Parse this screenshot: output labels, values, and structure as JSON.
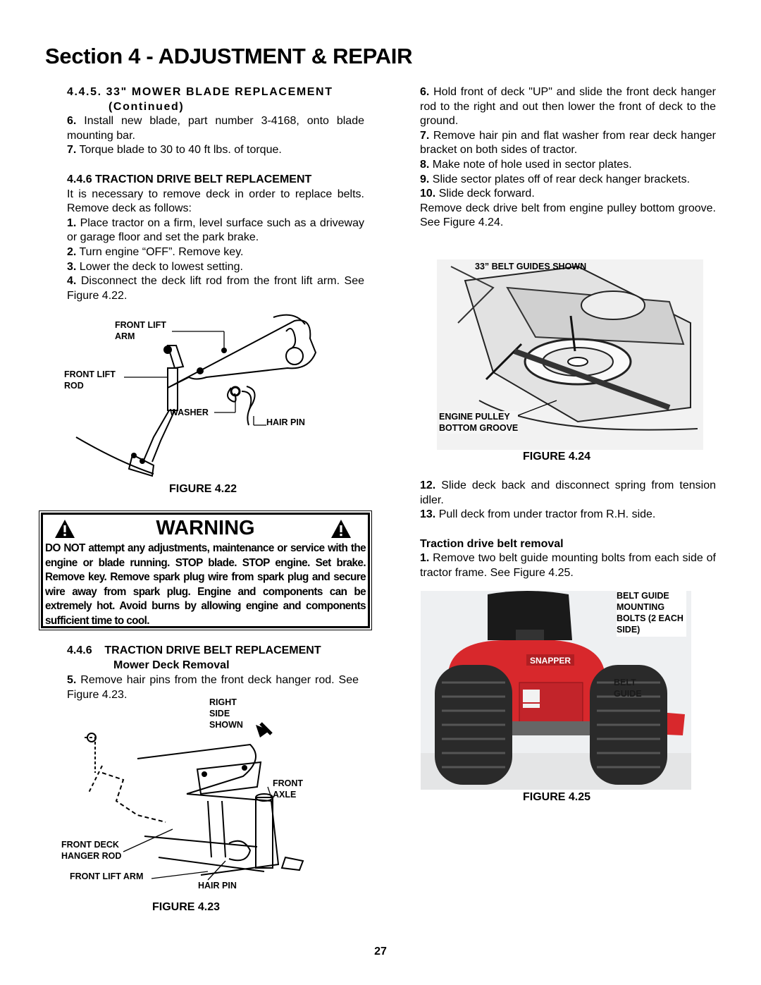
{
  "page_title": "Section 4 - ADJUSTMENT & REPAIR",
  "left": {
    "s445_head_a": "4.4.5. 33\" MOWER BLADE REPLACEMENT",
    "s445_head_b": "(Continued)",
    "s445_step6_num": "6.",
    "s445_step6": "Install new blade, part number 3-4168, onto blade mounting bar.",
    "s445_step7_num": "7.",
    "s445_step7": "Torque blade to 30 to 40 ft lbs. of torque.",
    "s446_head": "4.4.6 TRACTION DRIVE BELT REPLACEMENT",
    "s446_intro": "It is necessary to remove deck in order to replace belts. Remove deck as follows:",
    "steps": [
      {
        "num": "1.",
        "text": "Place tractor on a firm, level surface such as a driveway or garage floor and set the park brake."
      },
      {
        "num": "2.",
        "text": "Turn engine “OFF”. Remove key."
      },
      {
        "num": "3.",
        "text": "Lower the deck to lowest setting."
      },
      {
        "num": "4.",
        "text": "Disconnect the deck lift rod from the front lift arm. See Figure 4.22."
      }
    ],
    "fig422": {
      "caption": "FIGURE 4.22",
      "labels": {
        "front_lift_arm": "FRONT LIFT\nARM",
        "front_lift_rod": "FRONT LIFT\nROD",
        "washer": "WASHER",
        "hair_pin": "HAIR PIN"
      }
    },
    "warning": {
      "title": "WARNING",
      "body": "DO NOT attempt any adjustments, maintenance or service with the engine or blade running. STOP blade. STOP engine. Set brake. Remove key. Remove spark plug wire from spark plug and secure wire away from spark plug. Engine and components can be extremely hot. Avoid burns by allowing engine and components sufficient time to cool."
    },
    "s446b_head_num": "4.4.6",
    "s446b_head": "TRACTION DRIVE BELT REPLACEMENT",
    "s446b_sub": "Mower Deck Removal",
    "step5_num": "5.",
    "step5": "Remove hair pins from the front deck hanger rod. See Figure 4.23.",
    "fig423": {
      "caption": "FIGURE 4.23",
      "labels": {
        "right_side_shown": "RIGHT\nSIDE\nSHOWN",
        "front_axle": "FRONT\nAXLE",
        "front_deck_hanger_rod": "FRONT DECK\nHANGER ROD",
        "front_lift_arm": "FRONT LIFT ARM",
        "hair_pin": "HAIR PIN"
      }
    }
  },
  "right": {
    "steps_a": [
      {
        "num": "6.",
        "text": "Hold front of deck \"UP\" and slide the front deck hanger rod to the right and out then lower the front of deck to the ground."
      },
      {
        "num": "7.",
        "text": "Remove hair pin and flat washer from rear deck hanger bracket on both sides of tractor."
      },
      {
        "num": "8.",
        "text": "Make note of hole used in sector plates."
      },
      {
        "num": "9.",
        "text": "Slide sector plates off of rear deck hanger brackets."
      },
      {
        "num": "10.",
        "text": "Slide deck forward."
      }
    ],
    "remove_belt": "Remove deck drive belt from engine pulley bottom groove. See Figure 4.24.",
    "fig424": {
      "caption": "FIGURE 4.24",
      "labels": {
        "belt_guides": "33” BELT GUIDES SHOWN",
        "engine_pulley": "ENGINE PULLEY\nBOTTOM GROOVE"
      }
    },
    "steps_b": [
      {
        "num": "12.",
        "text": "Slide deck back and disconnect spring from tension idler."
      },
      {
        "num": "13.",
        "text": "Pull deck from under tractor from R.H. side."
      }
    ],
    "removal_head": "Traction drive belt removal",
    "removal_step_num": "1.",
    "removal_step": "Remove two belt guide mounting bolts from each side of tractor frame. See Figure 4.25.",
    "fig425": {
      "caption": "FIGURE 4.25",
      "labels": {
        "bolts": "BELT GUIDE\nMOUNTING\nBOLTS (2 EACH\nSIDE)",
        "belt_guide": "BELT\nGUIDE",
        "brand": "SNAPPER"
      }
    }
  },
  "page_number": "27",
  "colors": {
    "tractor_red": "#d8282c",
    "text": "#000000"
  }
}
